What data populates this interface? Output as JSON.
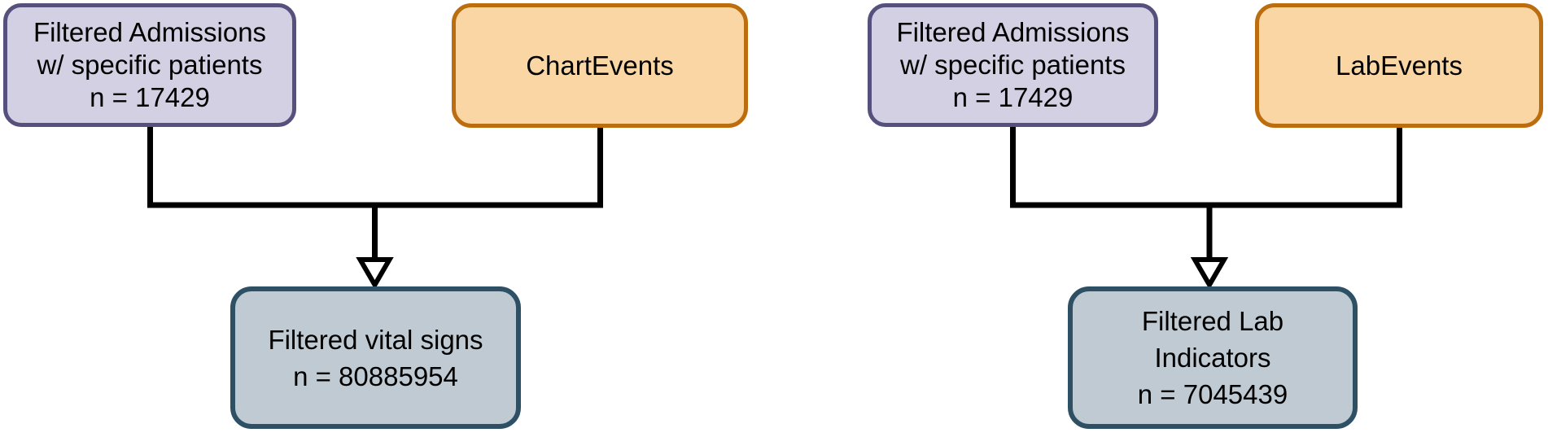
{
  "diagram": {
    "background": "#ffffff",
    "colors": {
      "admissions_fill": "#d4d0e4",
      "admissions_border": "#55517c",
      "events_fill": "#f9d6a4",
      "events_border": "#bc6d0e",
      "result_fill": "#bfcad3",
      "result_border": "#2e5064",
      "connector": "#000000",
      "text": "#000000"
    },
    "flows": [
      {
        "name": "vital-signs-flow",
        "source_a": {
          "lines": [
            "Filtered Admissions",
            "w/ specific patients",
            "n = 17429"
          ]
        },
        "source_b": {
          "label": "ChartEvents"
        },
        "result": {
          "lines": [
            "Filtered vital signs",
            "n = 80885954"
          ]
        }
      },
      {
        "name": "lab-indicators-flow",
        "source_a": {
          "lines": [
            "Filtered Admissions",
            "w/ specific patients",
            "n = 17429"
          ]
        },
        "source_b": {
          "label": "LabEvents"
        },
        "result": {
          "lines": [
            "Filtered Lab",
            "Indicators",
            "n = 7045439"
          ]
        }
      }
    ]
  }
}
